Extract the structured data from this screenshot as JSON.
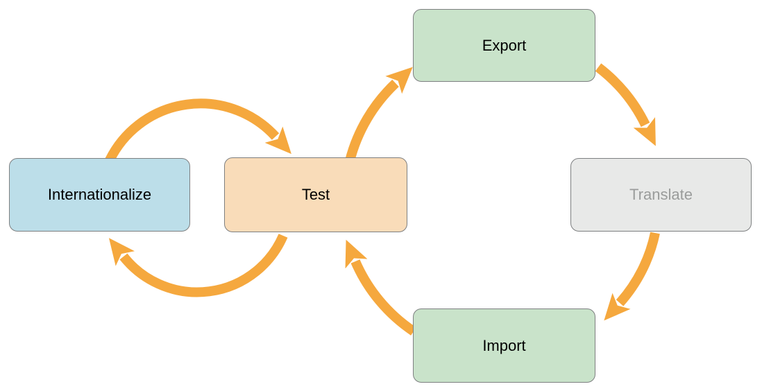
{
  "diagram": {
    "type": "workflow-cycle",
    "background": "#ffffff"
  },
  "nodes": {
    "internationalize": {
      "label": "Internationalize",
      "fill": "#bcdee9",
      "text_color": "#000000"
    },
    "test": {
      "label": "Test",
      "fill": "#f9dcb9",
      "text_color": "#000000"
    },
    "export": {
      "label": "Export",
      "fill": "#c9e3ca",
      "text_color": "#000000"
    },
    "translate": {
      "label": "Translate",
      "fill": "#e8e9e8",
      "text_color": "#9a9c9b"
    },
    "import": {
      "label": "Import",
      "fill": "#c9e3ca",
      "text_color": "#000000"
    }
  },
  "edges": [
    {
      "from": "internationalize",
      "to": "test"
    },
    {
      "from": "test",
      "to": "internationalize"
    },
    {
      "from": "test",
      "to": "export"
    },
    {
      "from": "export",
      "to": "translate"
    },
    {
      "from": "translate",
      "to": "import"
    },
    {
      "from": "import",
      "to": "test"
    }
  ],
  "colors": {
    "arrow": "#f5a83e",
    "node_border": "#7d7f80",
    "background": "#ffffff"
  }
}
